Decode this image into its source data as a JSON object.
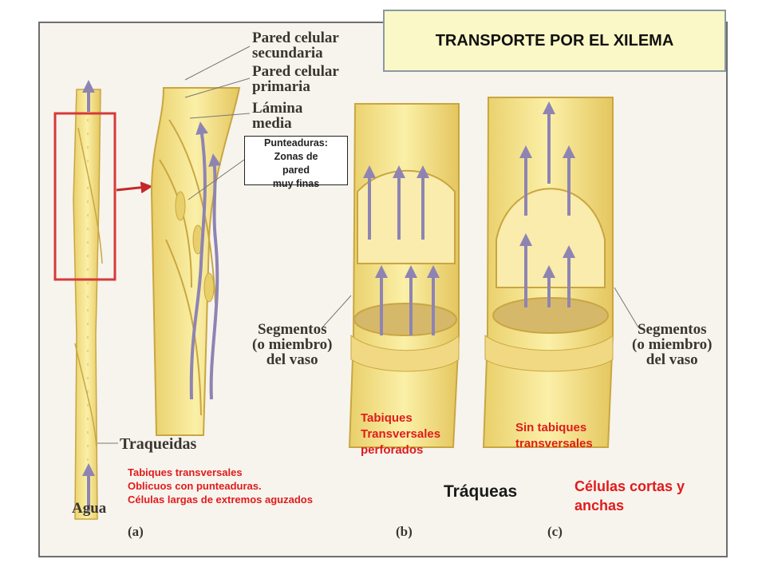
{
  "title": "TRANSPORTE POR EL XILEMA",
  "wall_labels": {
    "secundaria": [
      "Pared celular",
      "secundaria"
    ],
    "primaria": [
      "Pared celular",
      "primaria"
    ],
    "lamina": [
      "Lámina",
      "media"
    ]
  },
  "pit_box": [
    "Punteaduras:",
    "Zonas de",
    "pared",
    "muy finas"
  ],
  "segment_left": [
    "Segmentos",
    "(o miembro)",
    "del vaso"
  ],
  "segment_right": [
    "Segmentos",
    "(o miembro)",
    "del vaso"
  ],
  "traqueidas_label": "Traqueidas",
  "agua_label": "Agua",
  "panel_labels": {
    "a": "(a)",
    "b": "(b)",
    "c": "(c)"
  },
  "traqueidas_note": [
    "Tabiques transversales",
    "Oblicuos con punteaduras.",
    "Células largas de extremos aguzados"
  ],
  "tabiques_perforados": [
    "Tabiques",
    "Transversales",
    "perforados"
  ],
  "sin_tabiques": [
    "Sin tabiques",
    "transversales"
  ],
  "traqueas_label": "Tráqueas",
  "celulas_label": [
    "Células cortas y",
    "anchas"
  ],
  "colors": {
    "cell_fill": "#f6e48e",
    "cell_edge": "#c9a640",
    "arrow": "#8e84b3",
    "highlight_box": "#d63a3a",
    "title_bg": "#fbf8c7",
    "red_text": "#e01b1b"
  }
}
